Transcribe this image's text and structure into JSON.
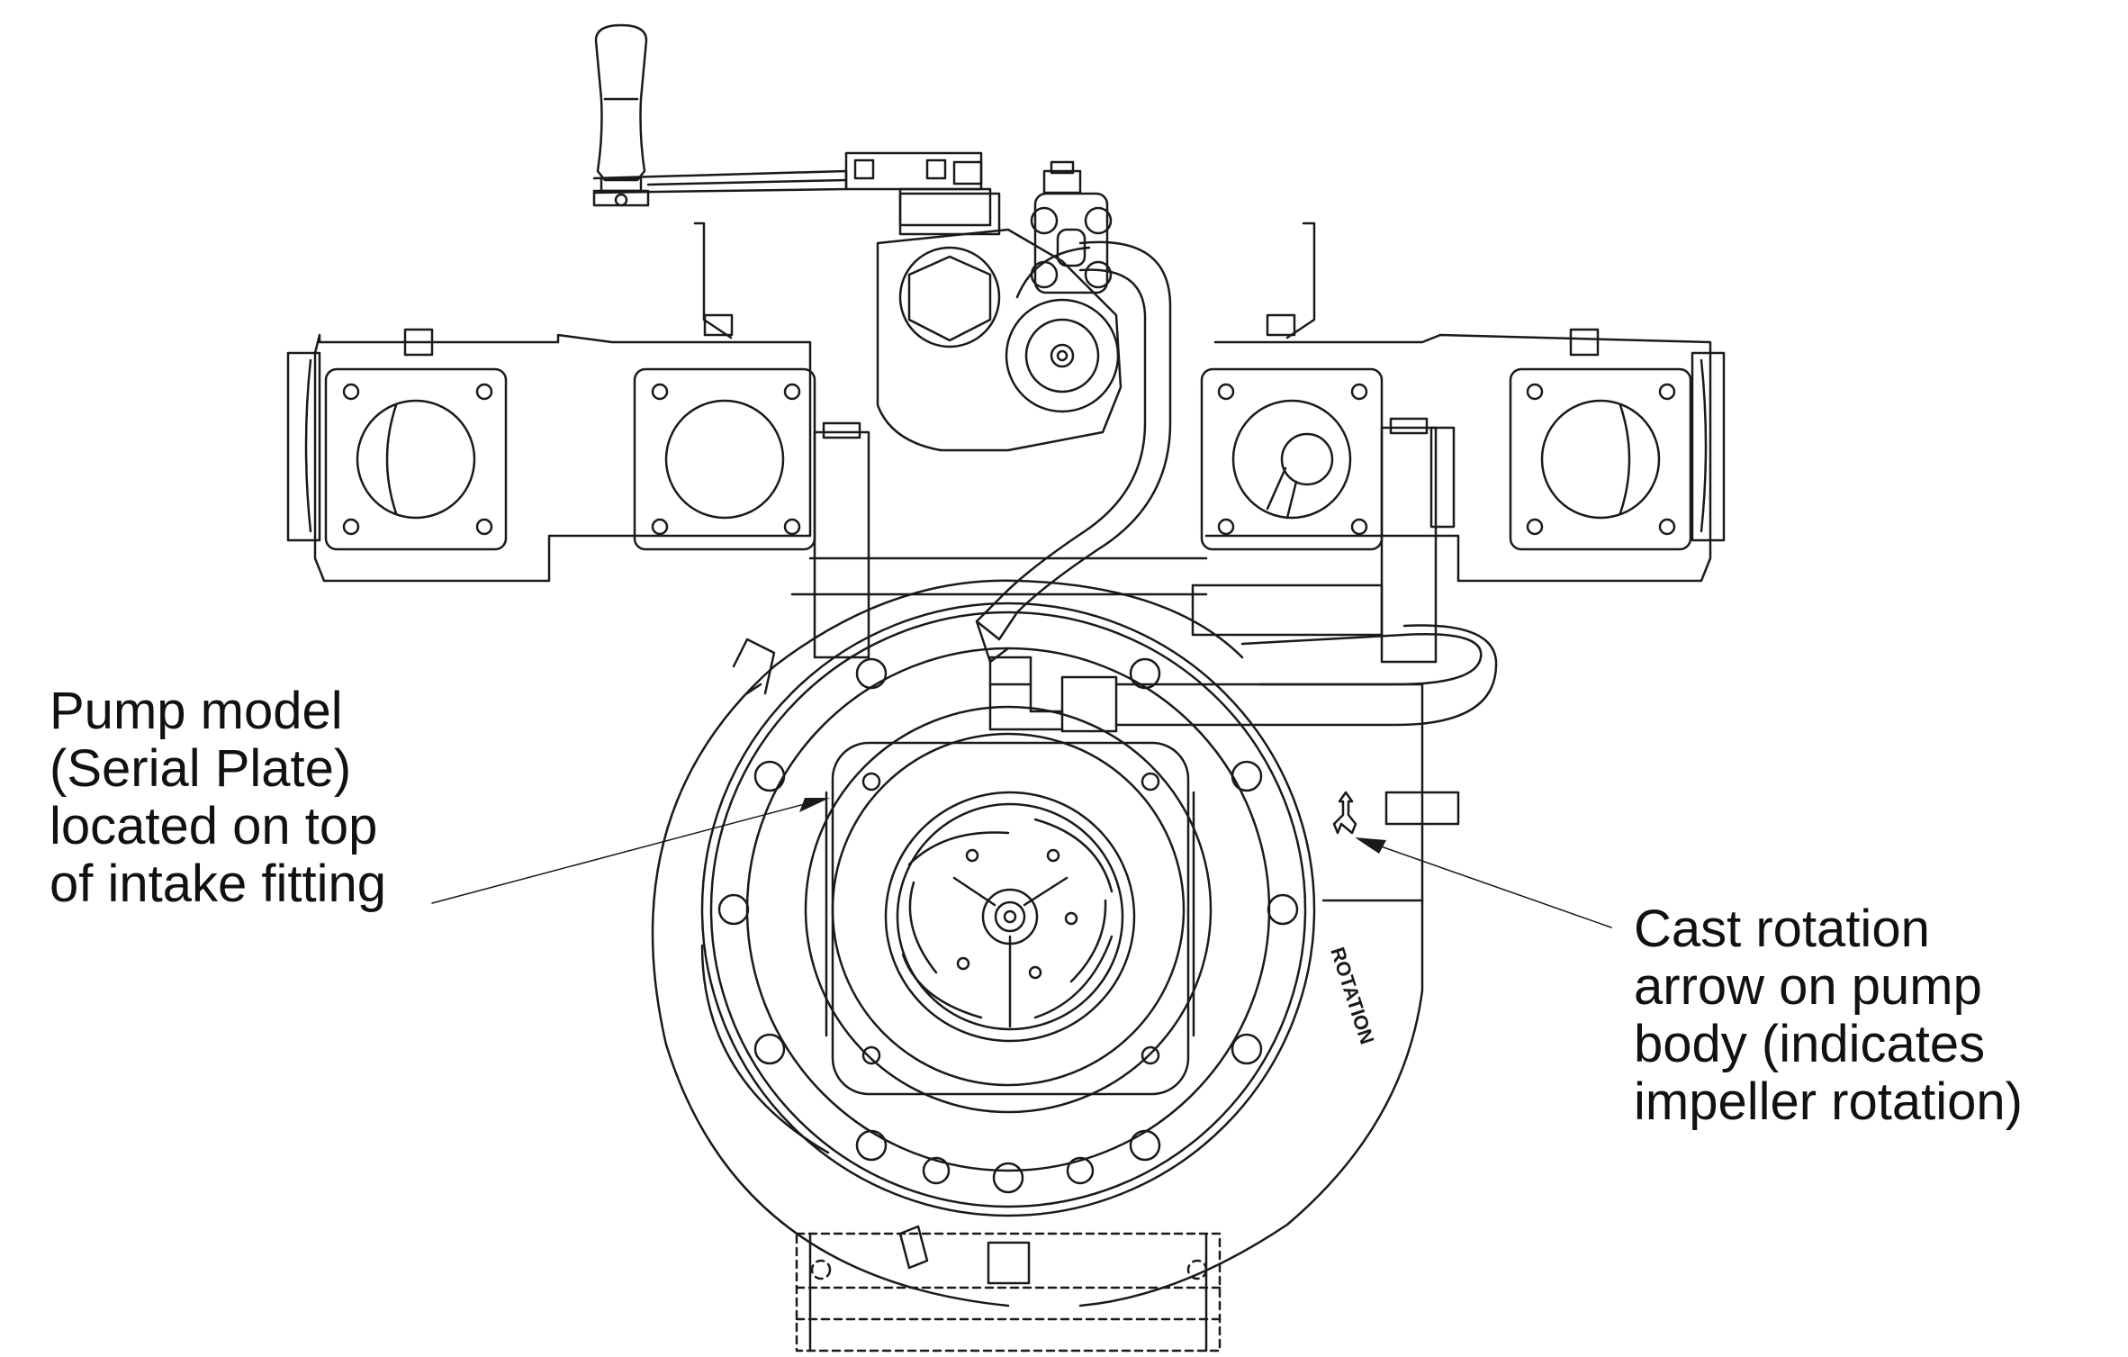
{
  "callouts": {
    "serial_plate": {
      "lines": [
        "Pump model",
        "(Serial Plate)",
        "located on top",
        "of intake fitting"
      ]
    },
    "rotation_arrow": {
      "lines": [
        "Cast rotation",
        "arrow on pump",
        "body (indicates",
        "impeller rotation)"
      ]
    }
  },
  "drawing": {
    "cast_label": "ROTATION"
  },
  "colors": {
    "line": "#1a1a1a",
    "background": "#ffffff"
  }
}
